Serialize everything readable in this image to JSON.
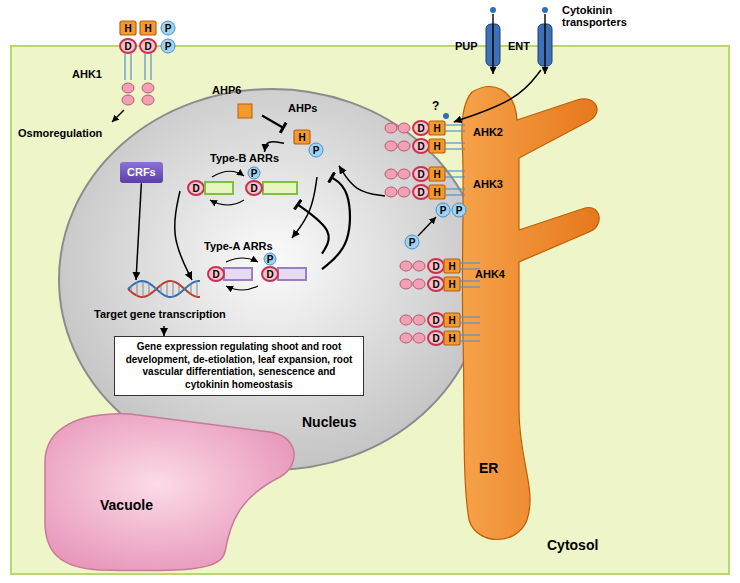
{
  "diagram": {
    "nodes": [
      {
        "text": [
          "Cytosol"
        ]
      },
      {
        "text": [
          "Nucleus"
        ],
        "in": 0
      },
      {
        "text": [
          "CRFs"
        ],
        "in": 1
      },
      {
        "text": [
          "Type-B ARRs"
        ],
        "in": 1
      },
      {
        "text": [
          "Type-A ARRs"
        ],
        "in": 1
      },
      {
        "text": [
          "Target gene transcription"
        ],
        "in": 1
      },
      {
        "text": [
          "Gene expression regulating shoot and root development, de-etiolation, leaf expansion, root vascular differentiation, senescence and cytokinin homeostasis"
        ],
        "in": 1
      },
      {
        "text": [
          "Vacuole"
        ],
        "in": 0
      },
      {
        "text": [
          "ER"
        ],
        "in": 0
      },
      {
        "text": [
          "AHK1"
        ]
      },
      {
        "text": [
          "AHP6"
        ],
        "in": 0
      },
      {
        "text": [
          "AHPs"
        ],
        "in": 0
      },
      {
        "text": [
          "AHK2"
        ],
        "in": 0
      },
      {
        "text": [
          "AHK3"
        ],
        "in": 0
      },
      {
        "text": [
          "AHK4"
        ],
        "in": 0
      },
      {
        "text": [
          "PUP"
        ]
      },
      {
        "text": [
          "ENT"
        ]
      }
    ],
    "edges": [
      {
        "from": 13,
        "to": 11,
        "arrow": "to"
      },
      {
        "from": 10,
        "to": 11,
        "arrow": "to"
      },
      {
        "from": 11,
        "to": 3,
        "arrow": "to"
      },
      {
        "from": 11,
        "to": 4,
        "arrow": "to"
      },
      {
        "from": 4,
        "to": 3,
        "arrow": "to"
      },
      {
        "from": 4,
        "to": 11,
        "arrow": "to"
      },
      {
        "from": 2,
        "to": 5,
        "arrow": "to"
      },
      {
        "from": 3,
        "to": 5,
        "arrow": "to"
      },
      {
        "from": 5,
        "to": 6,
        "arrow": "to"
      },
      {
        "from": 16,
        "to": 12,
        "arrow": "to"
      }
    ],
    "labels": [
      "Osmoregulation",
      "Cytokinin transporters",
      "?",
      "H",
      "H",
      "P",
      "D",
      "D",
      "P",
      "H",
      "P",
      "D",
      "D",
      "H",
      "H",
      "D",
      "D",
      "H",
      "H",
      "P",
      "P",
      "P",
      "D",
      "D",
      "H",
      "H",
      "D",
      "D",
      "H",
      "H",
      "D",
      "D",
      "P",
      "D",
      "D",
      "P"
    ]
  }
}
